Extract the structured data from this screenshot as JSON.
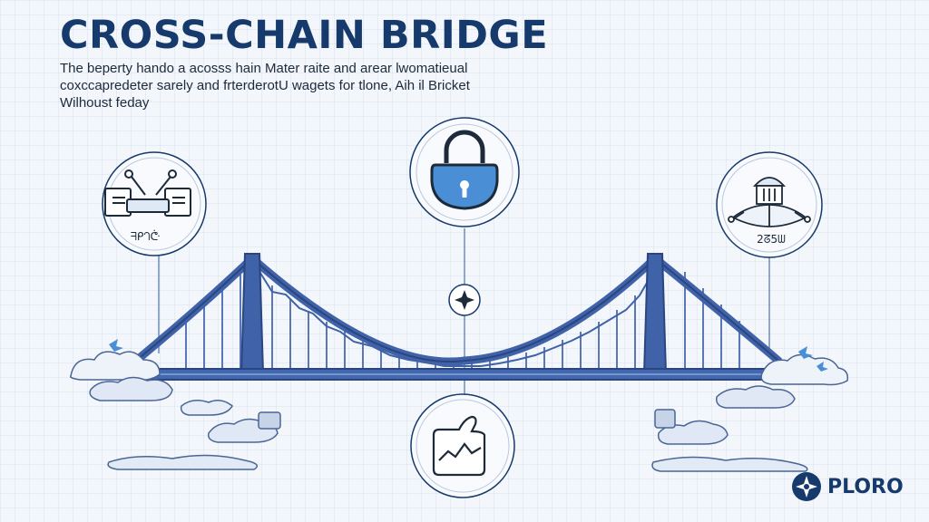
{
  "header": {
    "title": "CROSS-CHAIN BRIDGE",
    "subtitle_lines": [
      "The beperty hando a acosss hain Mater raite and arear lwomatieual",
      "coxccapredeter sarely and frterderotU wagets for tlone, Aih il Bricket",
      "Wilhoust feday"
    ]
  },
  "icons": {
    "left": "document-keys-icon",
    "left_label": "ᖷᑭᘃᕩ",
    "top": "padlock-icon",
    "right": "ship-building-icon",
    "right_label": "2ᘔ5ᗯ",
    "center": "compass-star-icon",
    "bottom": "chart-line-icon"
  },
  "brand": {
    "name": "PLORO",
    "icon": "star-badge-icon"
  },
  "colors": {
    "title": "#163a6b",
    "bridge": "#3f62a8",
    "bridge_dark": "#2a4580",
    "lock": "#4a8fd6",
    "background": "#f3f6fb"
  }
}
